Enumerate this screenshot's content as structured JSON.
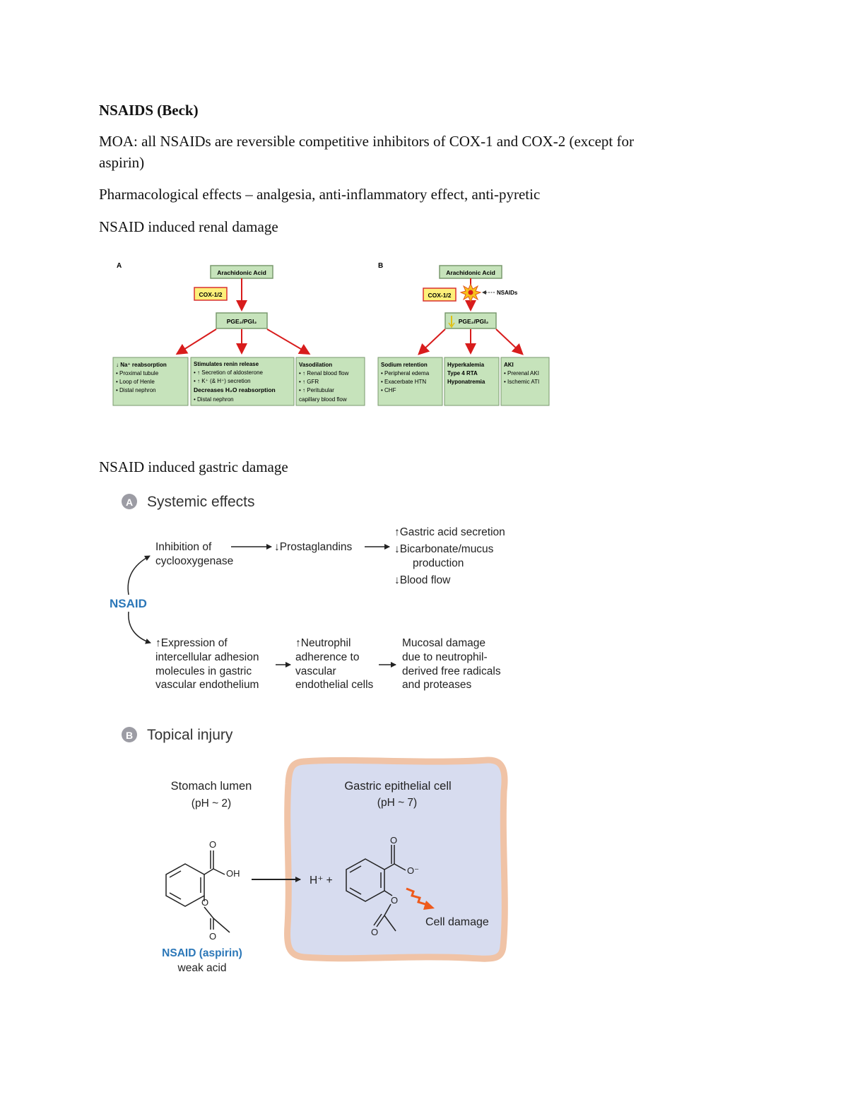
{
  "title": "NSAIDS (Beck)",
  "moa_line1": "MOA: all NSAIDs are reversible competitive inhibitors of COX-1 and COX-2 (except for",
  "moa_line2": "aspirin)",
  "pharm_effects": "Pharmacological effects – analgesia, anti-inflammatory effect, anti-pyretic",
  "renal_heading": "NSAID induced renal damage",
  "gastric_heading": "NSAID induced gastric damage",
  "renal_figure": {
    "panel_a": {
      "letter": "A",
      "arachidonic": "Arachidonic Acid",
      "cox": "COX-1/2",
      "pge": "PGE₂/PGI₂",
      "box1": [
        "↓ Na⁺ reabsorption",
        "• Proximal tubule",
        "• Loop of Henle",
        "• Distal nephron"
      ],
      "box2": [
        "Stimulates renin release",
        "• ↑ Secretion of aldosterone",
        "• ↑ K⁺ (& H⁺) secretion",
        "Decreases H₂O reabsorption",
        "• Distal nephron"
      ],
      "box3": [
        "Vasodilation",
        "• ↑ Renal blood flow",
        "• ↑ GFR",
        "• ↑ Peritubular",
        "capillary blood flow"
      ]
    },
    "panel_b": {
      "letter": "B",
      "arachidonic": "Arachidonic Acid",
      "cox": "COX-1/2",
      "nsaids": "NSAIDs",
      "pge": "PGE₂/PGI₂",
      "box1": [
        "Sodium retention",
        "• Peripheral edema",
        "• Exacerbate HTN",
        "• CHF"
      ],
      "box2": [
        "Hyperkalemia",
        "Type 4 RTA",
        "Hyponatremia"
      ],
      "box3": [
        "AKI",
        "• Prerenal AKI",
        "• Ischemic ATI"
      ]
    }
  },
  "gastric_figure": {
    "section_a": {
      "letter": "A",
      "title": "Systemic effects"
    },
    "inhibition": [
      "Inhibition of",
      "cyclooxygenase"
    ],
    "prostaglandins": "↓Prostaglandins",
    "effects": [
      "↑Gastric acid secretion",
      "↓Bicarbonate/mucus",
      "production",
      "↓Blood flow"
    ],
    "nsaid": "NSAID",
    "expression": [
      "↑Expression of",
      "intercellular adhesion",
      "molecules in gastric",
      "vascular endothelium"
    ],
    "neutrophil": [
      "↑Neutrophil",
      "adherence to",
      "vascular",
      "endothelial cells"
    ],
    "mucosal": [
      "Mucosal damage",
      "due to neutrophil-",
      "derived free radicals",
      "and proteases"
    ],
    "section_b": {
      "letter": "B",
      "title": "Topical injury"
    },
    "lumen": [
      "Stomach lumen",
      "(pH ~ 2)"
    ],
    "cell": [
      "Gastric epithelial cell",
      "(pH ~ 7)"
    ],
    "oh": "OH",
    "o_atom": "O",
    "o_minus": "O⁻",
    "h_plus": "H⁺ +",
    "cell_damage": "Cell damage",
    "aspirin": "NSAID (aspirin)",
    "weak_acid": "weak acid"
  },
  "colors": {
    "arrow_red": "#d81c1c",
    "box_green": "#c6e3bb",
    "box_border": "#7a9a6e",
    "cox_fill": "#fdf07a",
    "cox_border": "#d83030",
    "nsaid_blue": "#2b77b8",
    "cell_fill": "#d7dcef",
    "cell_border": "#f0c3a6",
    "damage_orange": "#ee5a1c"
  }
}
